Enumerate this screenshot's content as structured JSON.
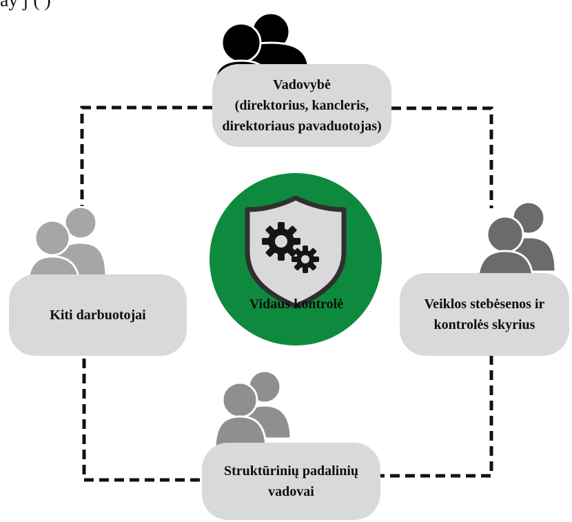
{
  "top_text": "ay                              j  (           )",
  "center": {
    "label": "Vidaus kontrolė",
    "circle_color": "#0e8a3e",
    "icon": "shield-gears-icon"
  },
  "nodes": {
    "management": {
      "title": "Vadovybė",
      "line2": "(direktorius, kancleris,",
      "line3": "direktoriaus pavaduotojas)",
      "icon": "people-icon",
      "icon_color": "#000000"
    },
    "monitoring": {
      "line1": "Veiklos stebėsenos ir",
      "line2": "kontrolės skyrius",
      "icon": "people-icon",
      "icon_color": "#6b6b6b"
    },
    "structural": {
      "line1": "Struktūrinių padalinių",
      "line2": "vadovai",
      "icon": "people-icon",
      "icon_color": "#8f8f8f"
    },
    "others": {
      "line1": "Kiti darbuotojai",
      "icon": "people-icon",
      "icon_color": "#a6a6a6"
    }
  },
  "colors": {
    "box_fill": "#d9d9d9",
    "connector": "#111111",
    "shield_fill": "#d9d9d9",
    "shield_border": "#303030",
    "gear": "#151515"
  }
}
